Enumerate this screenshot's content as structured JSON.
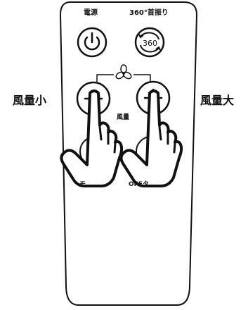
{
  "labels": {
    "power": "電源",
    "swing": "360°首振り",
    "swing_icon_text": "360",
    "fan_speed": "風量",
    "fan_low": "風量小",
    "fan_high": "風量大",
    "mode_partial": "モ",
    "off_timer_partial": "OFFタ"
  },
  "colors": {
    "ink": "#111111",
    "background": "#ffffff",
    "hand_fill": "#ffffff"
  },
  "icons": {
    "power": "power-icon",
    "swing": "rotate-icon",
    "fan": "fan-icon",
    "minus": "minus-icon",
    "plus": "plus-icon",
    "pointer": "pointing-hand-icon"
  }
}
